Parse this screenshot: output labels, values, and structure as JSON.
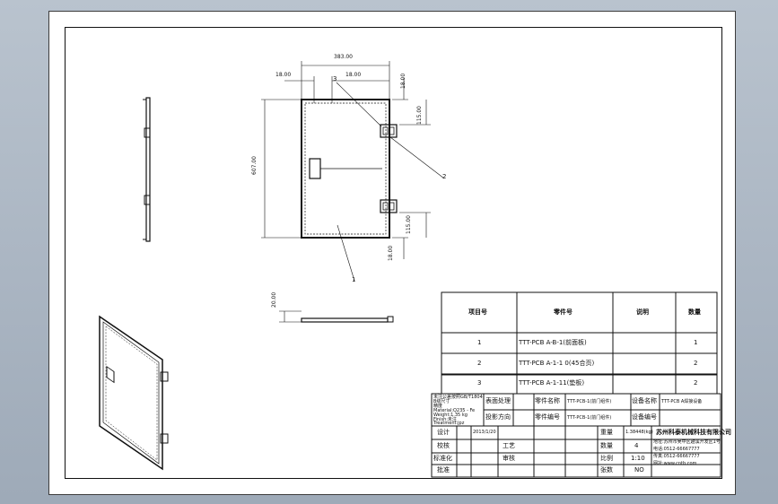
{
  "drawing": {
    "dimensions": {
      "width_total": "383.00",
      "left_offset": "18.00",
      "hole_offset": "18.00",
      "top_offset": "18.00",
      "height_total": "607.00",
      "hinge_top": "115.00",
      "hinge_bottom": "115.00",
      "bottom_offset": "18.00",
      "thickness": "20.00"
    },
    "callouts": [
      "3",
      "2",
      "1"
    ]
  },
  "parts_table": {
    "headers": [
      "项目号",
      "零件号",
      "说明",
      "数量"
    ],
    "rows": [
      [
        "1",
        "TTT-PCB A-B-1(前面板)",
        "",
        "1"
      ],
      [
        "2",
        "TTT-PCB A-1-1 0(45合页)",
        "",
        "2"
      ],
      [
        "3",
        "TTT-PCB A-1-11(垫板)",
        "",
        "2"
      ]
    ]
  },
  "title_block": {
    "notes": [
      "未注公差按照GB/T1804",
      "B级尺寸",
      "精度",
      "Material:Q235 - Fe",
      "Weight:1.35 kg",
      "Finish:未注",
      "Treatment:jpz"
    ],
    "surface_label": "表面处理",
    "tolerance_label": "投影方向",
    "part_name_label": "零件名称",
    "part_name": "TTT-PCB-1(前门组件)",
    "part_no_label": "零件编号",
    "part_no": "TTT-PCB-1(前门组件)",
    "device_name_label": "设备名称",
    "device_name": "TTT-PCB A焊接设备",
    "device_no_label": "设备编号",
    "design": "设计",
    "design_date": "2013/1/20",
    "date_label": "审核",
    "check": "校核",
    "process": "工艺",
    "std": "标准化",
    "approve": "批准",
    "weight_label": "重量",
    "weight": "1.38448(kg)",
    "qty_label": "数量",
    "qty": "4",
    "scale_label": "比例",
    "scale": "1:10",
    "sheets_label": "张数",
    "sheets": "NO",
    "company": "苏州科泰机械科技有限公司",
    "addr": "地址:苏州市吴中区越溪开发区1号",
    "tel": "电话:0512-66667777",
    "fax": "传真:0512-66667777",
    "web": "网址:www.cntb.com"
  }
}
